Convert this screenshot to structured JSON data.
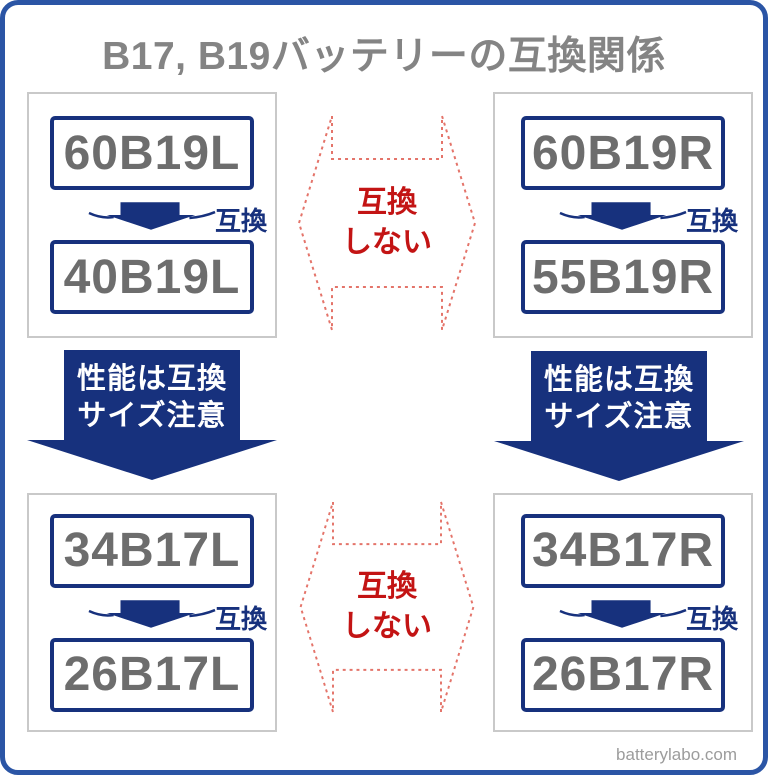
{
  "title": "B17, B19バッテリーの互換関係",
  "watermark": "batterylabo.com",
  "colors": {
    "frame_blue": "#2b55a5",
    "navy": "#17317d",
    "red_text": "#c31414",
    "red_dash": "#e4746a",
    "code_gray": "#6d6d6d",
    "title_gray": "#848484",
    "box_border_gray": "#c9c9c9"
  },
  "quadrants": [
    {
      "position": "top-left",
      "from": "60B19L",
      "to": "40B19L",
      "arrow_label": "互換"
    },
    {
      "position": "top-right",
      "from": "60B19R",
      "to": "55B19R",
      "arrow_label": "互換"
    },
    {
      "position": "bottom-left",
      "from": "34B17L",
      "to": "26B17L",
      "arrow_label": "互換"
    },
    {
      "position": "bottom-right",
      "from": "34B17R",
      "to": "26B17R",
      "arrow_label": "互換"
    }
  ],
  "incompatible_labels": [
    {
      "line1": "互換",
      "line2": "しない"
    },
    {
      "line1": "互換",
      "line2": "しない"
    }
  ],
  "size_warning_arrows": [
    {
      "line1": "性能は互換",
      "line2": "サイズ注意"
    },
    {
      "line1": "性能は互換",
      "line2": "サイズ注意"
    }
  ]
}
